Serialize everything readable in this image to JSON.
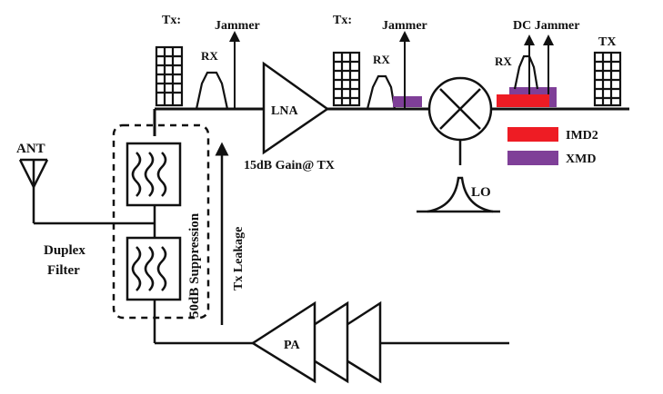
{
  "labels": {
    "tx1": "Tx:",
    "jammer1": "Jammer",
    "rx1": "RX",
    "tx2": "Tx:",
    "jammer2": "Jammer",
    "rx2": "RX",
    "dc_jammer": "DC Jammer",
    "rx3": "RX",
    "tx3": "TX",
    "lna": "LNA",
    "lna_gain": "15dB Gain@ TX",
    "lo": "LO",
    "imd2": "IMD2",
    "xmd": "XMD",
    "ant": "ANT",
    "duplex": "Duplex",
    "filter": "Filter",
    "suppression": "50dB  Suppression",
    "tx_leakage": "Tx  Leakage",
    "pa": "PA"
  },
  "colors": {
    "line": "#111111",
    "red": "#ee1c24",
    "purple": "#7f3f98"
  }
}
